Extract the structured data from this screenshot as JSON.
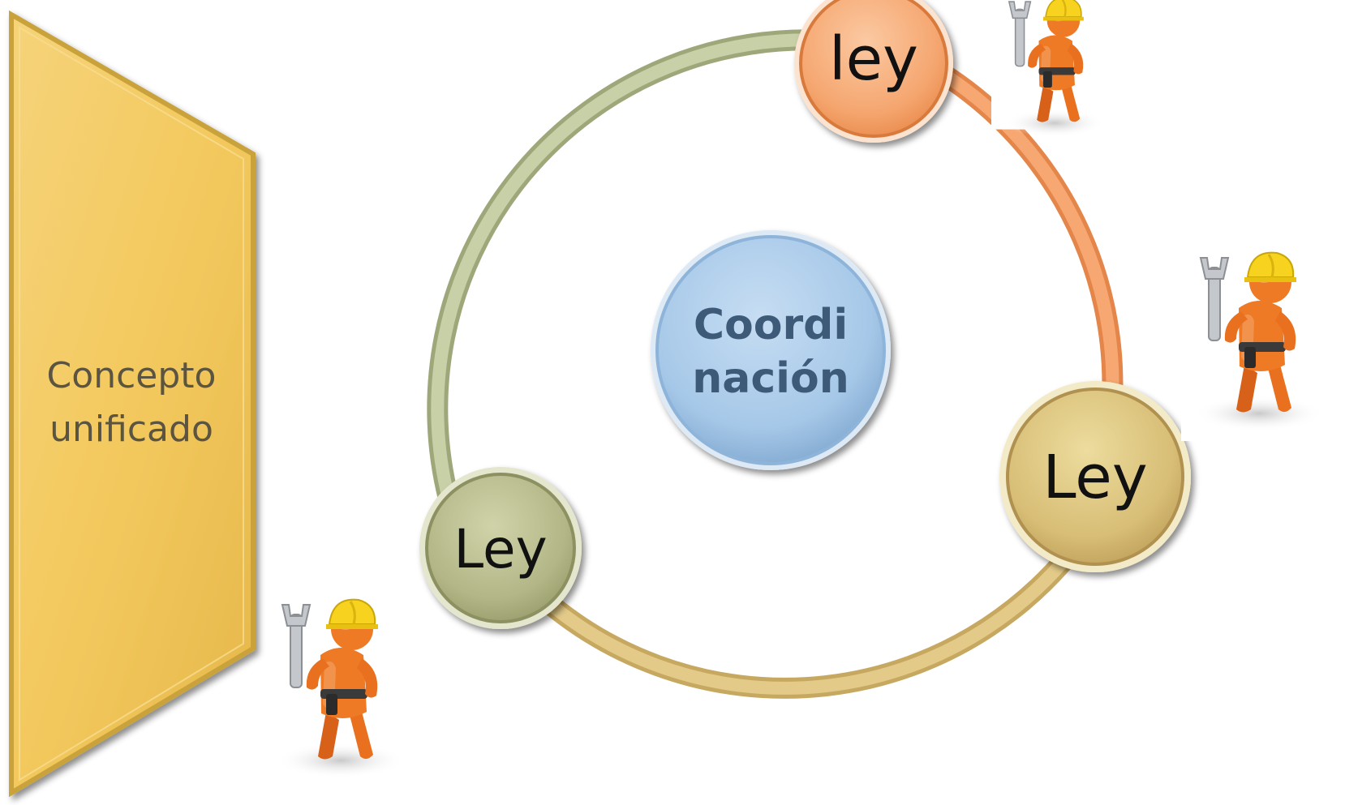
{
  "panel": {
    "line1": "Concepto",
    "line2": "unificado"
  },
  "center": {
    "line1": "Coordi",
    "line2": "nación"
  },
  "nodes": {
    "top_label": "ley",
    "right_label": "Ley",
    "left_label": "Ley"
  },
  "colors": {
    "panel_fill": "#F4CE6A",
    "panel_edge": "#C9A23A",
    "panel_text": "#5A5440",
    "center_fill": "#A9CBEA",
    "center_text": "#3D5A78",
    "arc_green": "#B9C29A",
    "arc_orange": "#F39A62",
    "arc_tan": "#D9BE77",
    "node_top": "#F6B07F",
    "node_right": "#D9C07A",
    "node_left": "#B4B88A",
    "worker_orange": "#E9701E",
    "helmet_yellow": "#F7D21E",
    "wrench_grey": "#BFC3C7"
  },
  "icons": [
    "worker-with-wrench-icon"
  ]
}
